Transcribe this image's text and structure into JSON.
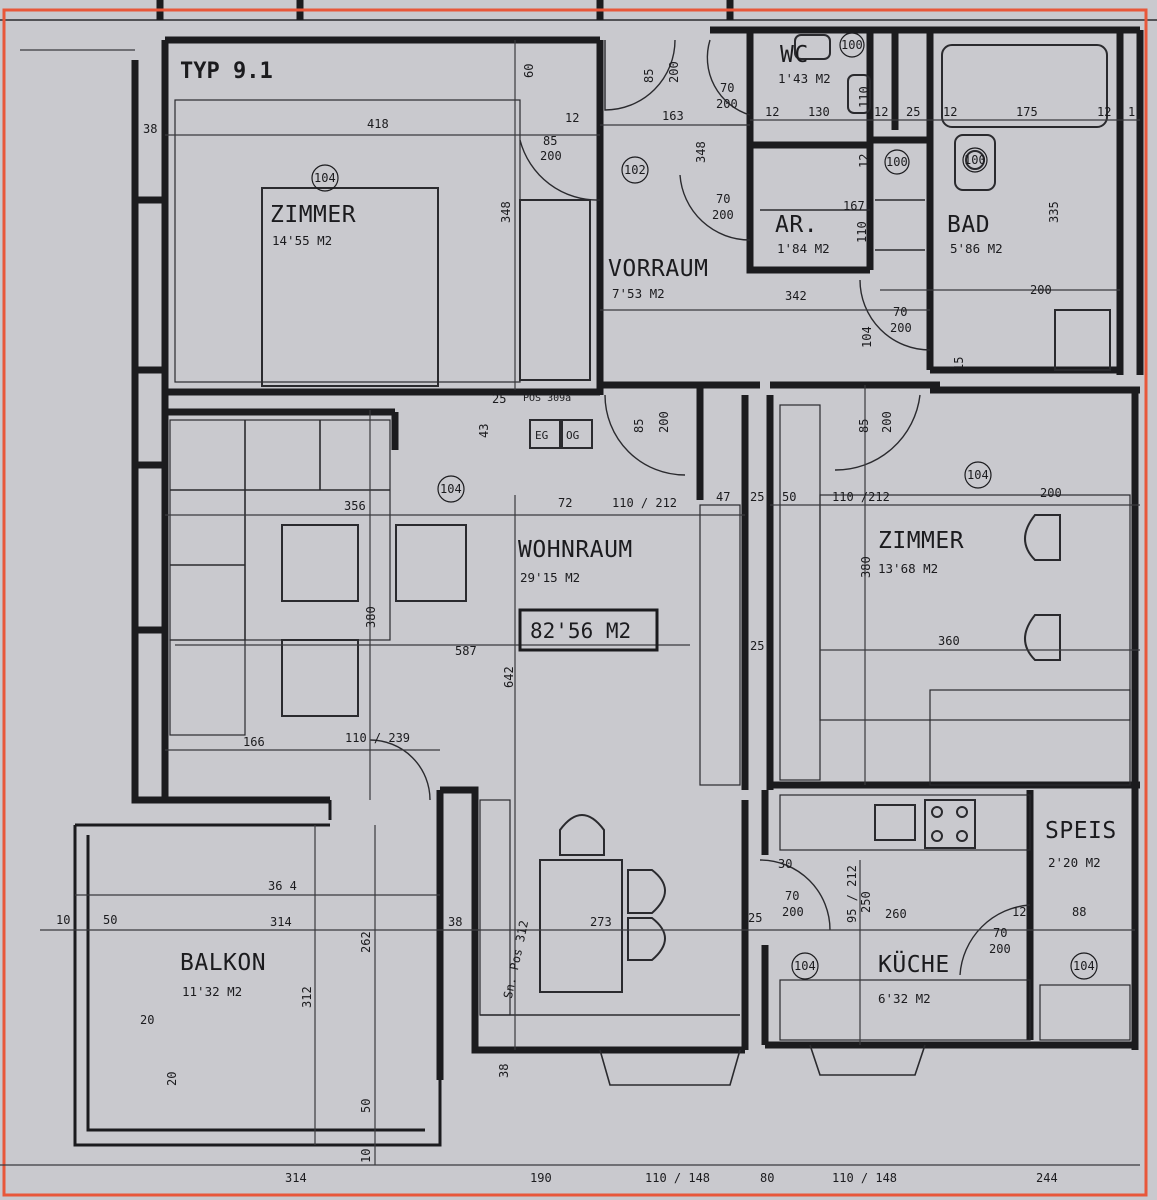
{
  "plan": {
    "type_label": "TYP 9.1",
    "total_area": "82'56 M2",
    "frame_color": "#e8573a",
    "rooms": [
      {
        "id": "zimmer1",
        "name": "ZIMMER",
        "area": "14'55 M2",
        "tag": "104"
      },
      {
        "id": "vorraum",
        "name": "VORRAUM",
        "area": "7'53 M2",
        "tag": "102"
      },
      {
        "id": "wc",
        "name": "WC",
        "area": "1'43 M2",
        "tag": "100"
      },
      {
        "id": "ar",
        "name": "AR.",
        "area": "1'84 M2",
        "tag": "100"
      },
      {
        "id": "bad",
        "name": "BAD",
        "area": "5'86 M2",
        "tag": "100"
      },
      {
        "id": "wohnraum",
        "name": "WOHNRAUM",
        "area": "29'15 M2",
        "tag": "104"
      },
      {
        "id": "zimmer2",
        "name": "ZIMMER",
        "area": "13'68 M2",
        "tag": "104"
      },
      {
        "id": "speis",
        "name": "SPEIS",
        "area": "2'20 M2",
        "tag": "104"
      },
      {
        "id": "kueche",
        "name": "KÜCHE",
        "area": "6'32 M2",
        "tag": "104"
      },
      {
        "id": "balkon",
        "name": "BALKON",
        "area": "11'32 M2"
      }
    ],
    "dims": {
      "d418": "418",
      "d38a": "38",
      "d348a": "348",
      "d60": "60",
      "d85a": "85",
      "d200a": "200",
      "d85b": "85",
      "d200b": "200",
      "d163": "163",
      "d348b": "348",
      "d12a": "12",
      "d70a": "70",
      "d200c": "200",
      "d12b": "12",
      "d130": "130",
      "d110a": "110",
      "d12c": "12",
      "d25a": "25",
      "d12d": "12",
      "d175": "175",
      "d12e": "12",
      "d1": "1",
      "d70b": "70",
      "d200d": "200",
      "d12f": "12",
      "d167": "167",
      "d110b": "110",
      "d335": "335",
      "d342": "342",
      "d200e": "200",
      "d70c": "70",
      "d200f": "200",
      "d104a": "104",
      "d15": "15",
      "pos309": "POS 309a",
      "d25b": "25",
      "d43": "43",
      "eg": "EG",
      "og": "OG",
      "d85c": "85",
      "d200g": "200",
      "d85d": "85",
      "d200h": "200",
      "d356": "356",
      "d72": "72",
      "d110_212a": "110 / 212",
      "d47": "47",
      "d25c": "25",
      "d50a": "50",
      "d110_212b": "110 /212",
      "d200i": "200",
      "d380a": "380",
      "d360": "360",
      "d380b": "380",
      "d587": "587",
      "d642": "642",
      "d25d": "25",
      "d166": "166",
      "d110_239": "110 / 239",
      "d364": "36 4",
      "d10a": "10",
      "d50b": "50",
      "d314a": "314",
      "d262": "262",
      "d38b": "38",
      "d273": "273",
      "pos312": "Sn. Pos 312",
      "d312": "312",
      "d20a": "20",
      "d20b": "20",
      "d50c": "50",
      "d10b": "10",
      "d38c": "38",
      "d30": "30",
      "d70d": "70",
      "d200j": "200",
      "d25e": "25",
      "d95_212": "95 / 212",
      "d250": "250",
      "d260": "260",
      "d12g": "12",
      "d88": "88",
      "d70e": "70",
      "d200k": "200",
      "d314b": "314",
      "d190": "190",
      "d110_148a": "110 / 148",
      "d80": "80",
      "d110_148b": "110 / 148",
      "d244": "244"
    }
  }
}
